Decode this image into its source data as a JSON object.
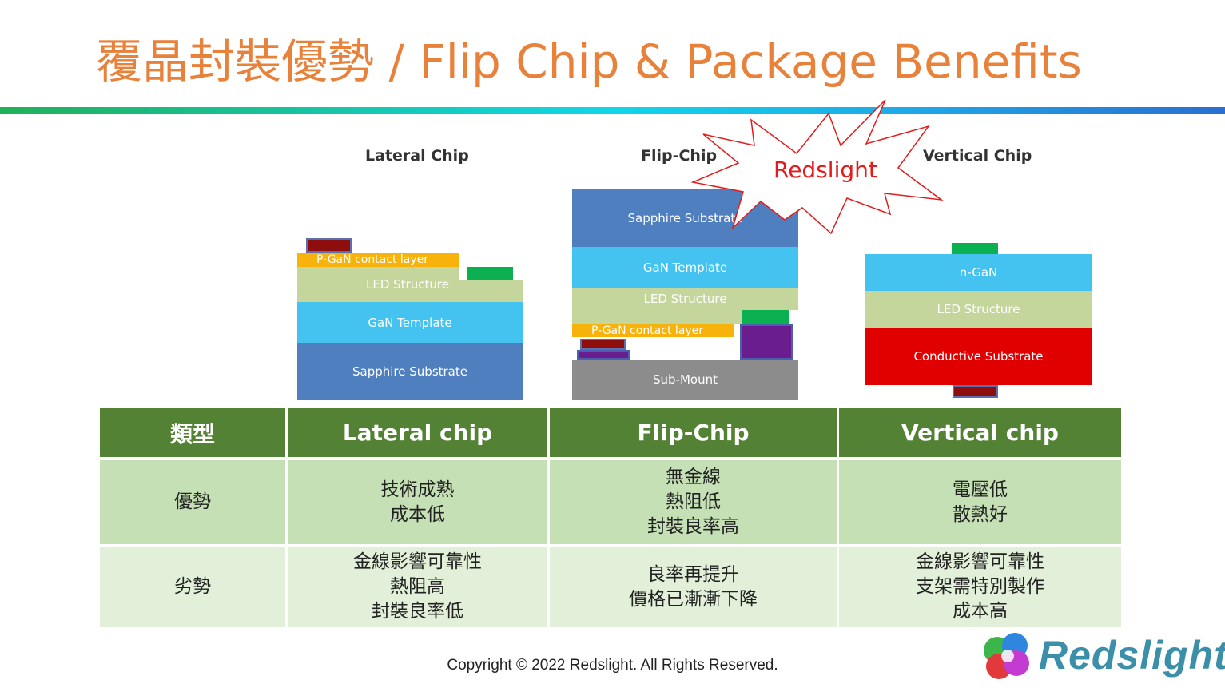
{
  "title": "覆晶封裝優勢 /  Flip Chip & Package Benefits",
  "colors": {
    "title": "#E8813A",
    "header_green": "#548235",
    "row_adv": "#C5E0B4",
    "row_dis": "#E2F0D9"
  },
  "diagrams": {
    "lateral": {
      "label": "Lateral Chip",
      "layers": {
        "pgan": "P-GaN contact layer",
        "led": "LED Structure",
        "gan": "GaN Template",
        "sapphire": "Sapphire Substrate"
      }
    },
    "flip": {
      "label": "Flip-Chip",
      "layers": {
        "sapphire": "Sapphire Substrate",
        "gan": "GaN Template",
        "led": "LED Structure",
        "pgan": "P-GaN contact layer",
        "submount": "Sub-Mount"
      }
    },
    "vertical": {
      "label": "Vertical Chip",
      "layers": {
        "ngan": "n-GaN",
        "led": "LED Structure",
        "conductive": "Conductive Substrate"
      }
    }
  },
  "burst_label": "Redslight",
  "table": {
    "headers": [
      "類型",
      "Lateral chip",
      "Flip-Chip",
      "Vertical chip"
    ],
    "rows": [
      {
        "label": "優勢",
        "cells": [
          [
            "技術成熟",
            "成本低"
          ],
          [
            "無金線",
            "熱阻低",
            "封裝良率高"
          ],
          [
            "電壓低",
            "散熱好"
          ]
        ]
      },
      {
        "label": "劣勢",
        "cells": [
          [
            "金線影響可靠性",
            "熱阻高",
            "封裝良率低"
          ],
          [
            "良率再提升",
            "價格已漸漸下降"
          ],
          [
            "金線影響可靠性",
            "支架需特別製作",
            "成本高"
          ]
        ]
      }
    ]
  },
  "copyright": "Copyright © 2022 Redslight. All Rights Reserved.",
  "logo_text": "Redslight"
}
